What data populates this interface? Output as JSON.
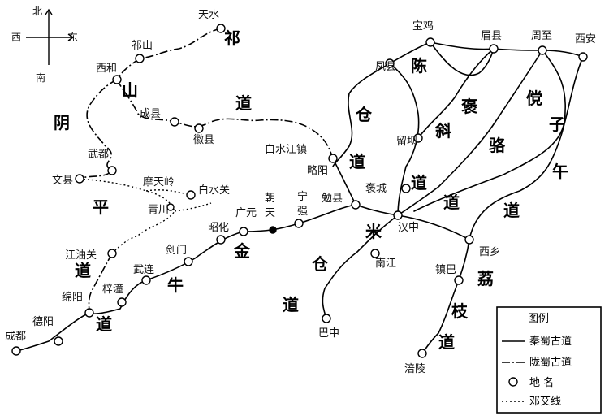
{
  "compass": {
    "north": "北",
    "south": "南",
    "east": "东",
    "west": "西"
  },
  "places": {
    "tianshui": "天水",
    "qishan": "祁山",
    "xihe": "西和",
    "chengxian": "成县",
    "huixian": "徽县",
    "baishuijiangzhen": "白水江镇",
    "lueyang": "略阳",
    "mianxian": "勉县",
    "ningqiang": "宁强",
    "chaotian": "朝天",
    "guangyuan": "广元",
    "zhaohua": "昭化",
    "jianmen": "剑门",
    "wulian": "武连",
    "zitong": "梓潼",
    "mianyang": "绵阳",
    "deyang": "德阳",
    "chengdu": "成都",
    "jiangyouguan": "江油关",
    "wenxian": "文县",
    "wudu": "武都",
    "motianling": "摩天岭",
    "baishuiguan": "白水关",
    "qingchuan": "青川",
    "fengxian": "凤县",
    "baoji": "宝鸡",
    "meixian": "眉县",
    "zhouzhi": "周至",
    "xian": "西安",
    "liuba": "留坝",
    "baocheng": "褒城",
    "hanzhong": "汉中",
    "nanjiang": "南江",
    "bazhong": "巴中",
    "xixiang": "西乡",
    "zhenba": "镇巴",
    "fuling": "涪陵"
  },
  "roads": {
    "qishan_dao": [
      "祁",
      "山",
      "道"
    ],
    "yinping_dao": [
      "阴",
      "平",
      "道"
    ],
    "chencang_dao": [
      "陈",
      "仓",
      "道"
    ],
    "baoxie_dao": [
      "褒",
      "斜",
      "道"
    ],
    "tangluo_dao": [
      "傥",
      "骆",
      "道"
    ],
    "ziwu_dao": [
      "子",
      "午",
      "道"
    ],
    "jinniu_dao": [
      "金",
      "牛",
      "道"
    ],
    "micang_dao": [
      "米",
      "仓",
      "道"
    ],
    "lizhi_dao": [
      "荔",
      "枝",
      "道"
    ]
  },
  "legend": {
    "title": "图例",
    "items": [
      {
        "label": "秦蜀古道",
        "style": "solid"
      },
      {
        "label": "陇蜀古道",
        "style": "dashdot"
      },
      {
        "label": "地  名",
        "style": "circle"
      },
      {
        "label": "邓艾线",
        "style": "dotted"
      }
    ]
  }
}
